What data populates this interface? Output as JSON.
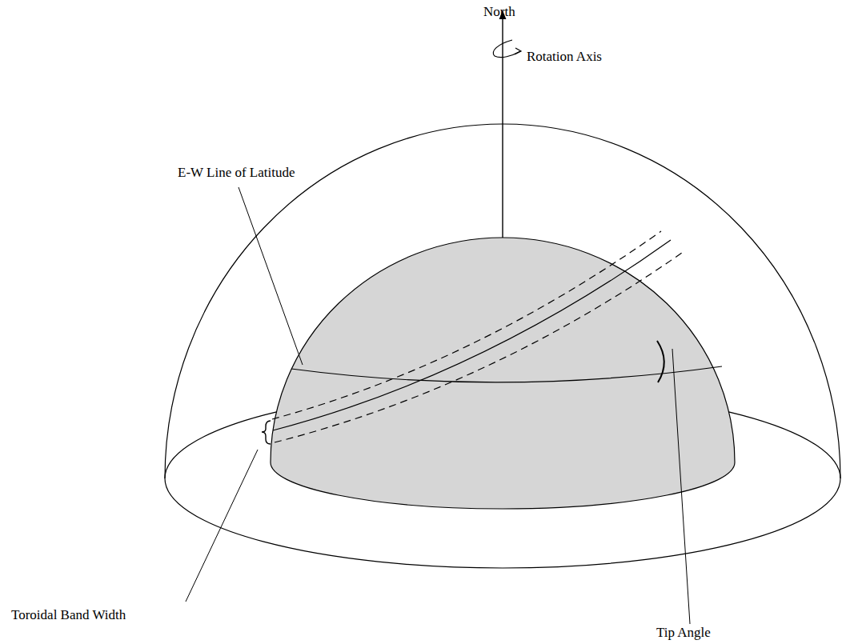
{
  "diagram": {
    "labels": [
      "North",
      "Rotation Axis",
      "E-W Line of Latitude",
      "Toroidal Band Width",
      "Tip Angle"
    ]
  }
}
